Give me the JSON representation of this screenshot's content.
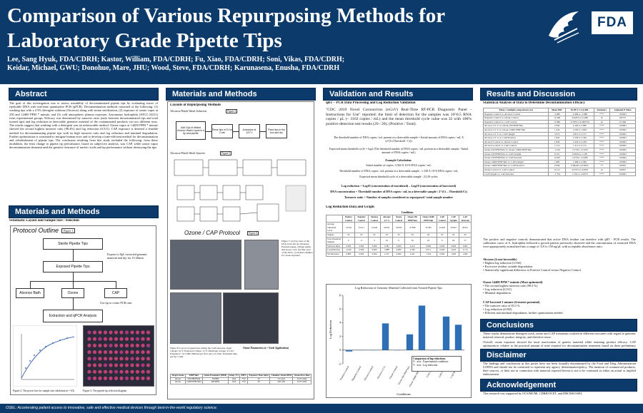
{
  "header": {
    "title": "Comparison of Various Repurposing Methods for Laboratory Grade Pipette Tips",
    "authors_line1": "Lee, Sang Hyuk, FDA/CDRH; Kastor, William, FDA/CDRH; Fu, Xiao, FDA/CDRH; Soni, Vikas, FDA/CDRH;",
    "authors_line2": "Keidar, Michael, GWU; Donohue, Mare, JHU; Wood, Steve, FDA/CDRH; Karunasena, Enusha, FDA/CDRH",
    "fda_logo": "FDA",
    "hhs_logo_icon": "hhs-eagle-icon"
  },
  "abstract": {
    "heading": "Abstract",
    "body": "The goal of this investigation was to assess reusability of decontaminated pipette tips by evaluating traces of replicable DNA with real-time quantitative PCR (qPCR). Decontamination methods consisted of the following: (1) washing tips with a 2.5% detergent solution (Alconox) along with steam sterilization, (2) exposure of ozone vapor at 250 and 14400 PPM * minute, and (3) cold atmospheric plasma exposure. Aeromonas hydrophila (ATCC-23211) from experimental groups. Efficacy was determined by turnover ratio (ratio between decontaminated tips and total treated tips) and log reduction in detectable genomic material of the contaminated products via two different tests. The results suggest that washing with a detergent was an unfavorable method. Ozone vapor at 14400 PPM * minute showed the second highest turnover ratio (98.4%) and log reduction (6.511). CAP exposure is deemed a feasible method for decontaminating pipette tips with its high turnover ratio and log reduction and minimal degradation. Further optimization is warranted to mitigate human error and to develop a time-efficient method for decontamination and refurbishment of pipette tips. The conclusion resulting from this study included the following: from these modalities, the least change to pipette tip performance, based on subjective analysis, was CAP, while ozone vapor decontamination demonstrated the greatest clearance of nucleic acids and tip performance without destroying the tips."
  },
  "mm_left": {
    "heading": "Materials and Methods",
    "subheading": "Schematic Layout and Sample Size / Selection",
    "protocol_title": "Protocol Outline",
    "figure_tag": "Figure 1",
    "flow": [
      "Sterile Pipette Tips",
      "Exposed Pipette Tips",
      "Alconox Bath",
      "Ozone",
      "CAP",
      "Extraction and qPCR Analysis"
    ],
    "side_note": "Expose to 8μL extracted genomic material and dry for 15-20min",
    "use_tip_note": "Use tip to create PCR runs",
    "fig2_caption": "Figure 2: The power law for sample size validation (n = 63)",
    "fig3_caption": "Figure 3: The pipette tip selection diagram"
  },
  "mm_center": {
    "heading": "Materials and Methods",
    "layouts_title": "Layouts of Repurposing Methods",
    "alconox_title": "Alconox/Wash Wash Solution",
    "alconox_fig": "Figure 4",
    "alconox_steps": [
      "Add 10μl of diluted Alconox Wash Liquid to a tip and pipette",
      "Rinse tips in DI for 2 min",
      "Autoclave at 121°C",
      "Place tips in the box and dry"
    ],
    "ozone_title": "Alconox/Wash Wash System",
    "ozone_fig": "Figure 5",
    "ozone_protocol_title": "Ozone / CAP Protocol",
    "ozone_protocol_fig": "Figure 6",
    "fig7_caption": "Figure 7: (a) Top view of the OGG from left are Ozonator, Pressure gauge, syringe pump, and power cord. (b) Side view of the OGG. (c) Sealed chamber for ozone exposure.",
    "fig8_caption": "Figure 8: Layout of pipette tips during the CAP exposure. Input voltage: 10 V; Expected voltage: 12 V; Discharge voltage: 4.5 kV; Frequency: 12.5 kHz; Helium gas flow rate: 4 L/min; Treatment time per tip: 5 min",
    "ozone_table_title": "Ozone Parameters (n = Each Application)",
    "ozone_table_headers": [
      "Target Ozone",
      "PPM*min",
      "Ozone Parameter (PPM)",
      "Temp (°C)",
      "RH%",
      "Exposure Time (min)",
      "Chamber Ozone PPM",
      "Ozone Flow Rate"
    ],
    "ozone_table_rows": [
      [
        "Ozone",
        "250 PPM*min",
        "10 PPM",
        "24.6",
        "75.0",
        "25",
        "2.5–22.0",
        "0.25 L/min"
      ],
      [
        "Ozone",
        "14400 PPM*min",
        "400 PPM",
        "24.6",
        "75.0",
        "36",
        "420–450",
        "0.25 L/min"
      ]
    ]
  },
  "validation": {
    "heading": "Validation and Results",
    "qpcr_title": "qRT – PCR Data Processing and Log Reduction Validation",
    "cdc_quote": "\"CDC 2019 Novel Coronavirus (nCoV) Real-Time RT-PCR Diagnostic Panel - Instructions for Use\" reported: the limit of detection for the samples was 10^0.5 RNA copies / μL (~ 3162 copies / mL) and the mean threshold cycle value was 32 with 100% positive detection test results (20 / 20), (Positive / Total).",
    "threshold_line": "The threshold number of DNA copies / mL present in a detectable sample = Initial amount of DNA copies / mL X (2^(Ct,Threshold - Ct))",
    "expected_line": "Expected mean threshold cycle = log2 (The threshold number of DNA copies / mL present in a detectable sample / Initial amount of DNA copies / mL)",
    "example_title": "Example Calculation:",
    "example_1": "Initial number of copies: 3.564 X 10^6 DNA copies / mL",
    "example_2": "Threshold number of DNA copies / mL present in a detectable sample : 1.338 X 10^6 DNA copies / mL",
    "example_3": "Expected mean threshold cycle of a detectable sample : 23.39 cycles",
    "log_reduction_formula": "Log reduction = Log10 (concentration of inoculated) – Log10 (concentration of harvested)",
    "dna_conc_formula": "DNA concentration = Threshold number of DNA copies / mL in a detectable sample / 2^(Ct – Threshold Ct)",
    "turnover_formula": "Turnover ratio = Number of samples considered as repurposed / total sample number",
    "log_table_title": "Log Reduction Data and Graph",
    "log_table_header_group": "Conditions",
    "log_table_columns": [
      "",
      "Positive Control",
      "Negative Control",
      "Alconox Control",
      "Alconox 2.5 %",
      "Ozone Control",
      "Ozone 250 PPM*min",
      "Ozone 14400 PPM*min",
      "CAP Control",
      "CAP Upright",
      "CAP Inverted"
    ],
    "log_table_rows": [
      [
        "Average Threshold Cycle",
        "14.534",
        "23.211",
        "21.026",
        "34.651",
        "23.059",
        "27.848",
        "35.265",
        "24.429",
        "33.047",
        "29.011"
      ],
      [
        "Sample",
        "63",
        "63",
        "63",
        "63",
        "63",
        "63",
        "63",
        "63",
        "63",
        "63"
      ],
      [
        "Total Threshold Samples",
        "0",
        "0",
        "0",
        "24",
        "0",
        "26",
        "62",
        "0",
        "62",
        "57"
      ],
      [
        "Turnover Ratio",
        "0.000",
        "0.000",
        "0.000",
        "0.381",
        "0.000",
        "0.413",
        "0.984",
        "0.000",
        "0.984",
        "0.905"
      ],
      [
        "Log Reduction",
        "-0.225",
        "0.000",
        "0.000",
        "3.888",
        "0.000",
        "2.330",
        "6.511",
        "0.000",
        "4.932",
        "3.713"
      ],
      [
        "Std Deviation",
        "0.883",
        "0.000",
        "0.000",
        "1.237",
        "0.000",
        "2.451",
        "1.254",
        "0.000",
        "1.640",
        "1.962"
      ]
    ],
    "chart_title": "Log Reduction of Genomic Material Collected from Treated Pipette Tips",
    "chart_legend_title": "Comparison of log reductions",
    "chart_legend_1": "X - axis : Experimental conditions",
    "chart_legend_2": "Y - axis : Log reduction",
    "chart_xlabel": "Conditions",
    "chart_ylabel": "Log Reduction"
  },
  "chart_data": {
    "type": "bar",
    "title": "Log Reduction of Genomic Material Collected from Treated Pipette Tips",
    "xlabel": "Conditions",
    "ylabel": "Log Reduction",
    "categories": [
      "Positive Control",
      "Negative Control",
      "Alconox Control",
      "Alconox 2.5 %",
      "Ozone Control",
      "Ozone 250 PPM*min",
      "Ozone 14400 PPM*min",
      "CAP Control",
      "CAP Upright",
      "CAP Inverted"
    ],
    "values": [
      -0.2,
      0.0,
      0.0,
      3.9,
      0.0,
      2.3,
      6.5,
      0.0,
      4.9,
      3.7
    ],
    "ylim": [
      -2,
      8
    ],
    "yticks": [
      -2,
      0,
      2,
      4,
      6,
      8
    ],
    "bar_color": "#2f6fb5",
    "grid": false
  },
  "results": {
    "heading": "Results and Discussion",
    "stat_title": "Statistical Analysis of Data to Determine Decontamination Efficacy",
    "stat_headers": [
      "Tukey's multiple comparisons test",
      "Mean Diff.",
      "95.00% CI of diff.",
      "Summary",
      "Adjusted P Value"
    ],
    "stat_rows": [
      [
        "Negative Control vs. Alconox Control",
        "-2.082",
        "-2.484 to -1.680",
        "****",
        "<0.0001"
      ],
      [
        "Negative Control vs. Ozone Control",
        "-0.248",
        "-0.6453 to 0.1485",
        "ns",
        "0.6737"
      ],
      [
        "Negative Control vs. CAP Control",
        "-0.389",
        "-0.7855 to 0.006754",
        "ns",
        "0.1348"
      ],
      [
        "Alconox 2.5 % vs. Ozone 250 PPM*min",
        "2.594",
        "2.192 to 2.996",
        "****",
        "<0.0001"
      ],
      [
        "Alconox 2.5 % vs. Ozone 14400 PPM*min",
        "1.432",
        "1.030 to 1.834",
        "****",
        "<0.0001"
      ],
      [
        "Alconox 2.5 % vs. CAP Upright",
        "3.315",
        "2.913 to 3.717",
        "****",
        "<0.0001"
      ],
      [
        "Alconox 2.5 % vs. CAP Inverted",
        "1.941",
        "1.539 to 2.343",
        "****",
        "<0.0001"
      ],
      [
        "Alconox Control vs. Ozone Control",
        "1.834",
        "1.432 to 2.236",
        "****",
        "<0.0001"
      ],
      [
        "Alconox Control vs. CAP Control",
        "1.713",
        "1.311 to 2.115",
        "****",
        "<0.0001"
      ],
      [
        "Ozone 250 PPM*min vs. Ozone 14400 PPM*min",
        "-1.162",
        "-1.579 to -0.7455",
        "****",
        "<0.0001"
      ],
      [
        "Ozone 250 PPM*min vs. CAP Upright",
        "0.721",
        "0.3045 to 1.138",
        "****",
        "<0.0001"
      ],
      [
        "Ozone 250 PPM*min vs. CAP Inverted",
        "-0.653",
        "-1.070 to -0.2365",
        "****",
        "<0.0001"
      ],
      [
        "Ozone 14400 PPM*min vs. CAP Upright",
        "1.883",
        "1.466 to 2.300",
        "****",
        "<0.0001"
      ],
      [
        "Ozone 14400 PPM*min vs. CAP Inverted",
        "0.509",
        "0.09245 to 0.9255",
        "**",
        "0.0045"
      ],
      [
        "Ozone Control vs. CAP Control",
        "-0.121",
        "-0.5375 to 0.2955",
        "ns",
        "0.9937"
      ],
      [
        "CAP Upright vs. CAP Inverted",
        "-1.374",
        "-1.791 to -0.9575",
        "****",
        "<0.0001"
      ]
    ],
    "discussion": "The positive and negative controls demonstrated that active DNA residue can interfere with qRT - PCR results. The calibration curve of A. hydrophila followed a growth pattern previously observed and the concentration of extracted DNA were appropriately normalized into a range of 110 to 150 ng/μL with acceptable absorbance ratio.",
    "alconox_title": "Alconox (Least favorable)",
    "alconox_points": [
      "Highest log reduction (3.943)",
      "Excessive residue, notable degradation",
      "Statistically significant difference to Positive Control versus Negative Control"
    ],
    "ozone_title": "Ozone 14400 PPM * minute (Most optimized)",
    "ozone_points": [
      "The second highest turnover ratio (98.4 %)",
      "Log reduction (6.511)",
      "Minimal degradation"
    ],
    "cap_title": "CAP Inverted 1 minute (Greatest potential)",
    "cap_points": [
      "The turnover ratio of 83.3 %",
      "Log reduction (4.002)",
      "Efficient and minimal degradation, further optimization needed."
    ]
  },
  "conclusions": {
    "heading": "Conclusions",
    "body1": "These results demonstrate detergent wash, ozone and CAP treatments resulted in different outcomes with regard to genomic material removal, product integrity, and therefore reuse.",
    "body2": "Overall, ozone exposure showed the most inactivation of genetic material while retaining product efficacy. CAP optimization, relative to the practical amount of time required for decontamination treatment, based on these preliminary findings."
  },
  "disclaimer": {
    "heading": "Disclaimer",
    "body": "The findings and conclusions in this poster have not been formally disseminated by the Food and Drug Administration USFDA and should not be construed to represent any agency determination/policy. The mention of commercial products, their sources, or their use in connection with material reported herein is not to be construed as either an actual or implied endorsement."
  },
  "acknowledgement": {
    "heading": "Acknowledgement",
    "body": "This research was supported by OCS/MCMi, CDRH/OCET, and DBCMS/OSEL"
  },
  "footer": {
    "text": "OSEL: Accelerating patient access to innovative, safe and effective medical devices through best-in-the-world regulatory science."
  }
}
